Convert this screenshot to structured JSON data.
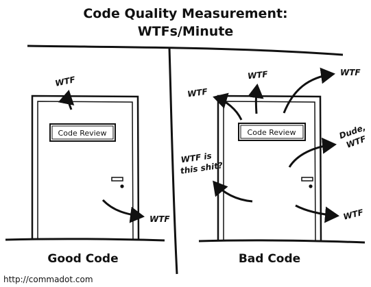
{
  "title_line1": "Code Quality Measurement:",
  "title_line2": "WTFs/Minute",
  "sign_text": "Code Review",
  "good_door": {
    "caption": "Good Code",
    "wtf_top": "WTF",
    "wtf_bottom": "WTF"
  },
  "bad_door": {
    "caption": "Bad Code",
    "wtf_left": "WTF",
    "wtf_top": "WTF",
    "wtf_right": "WTF",
    "dude_line1": "Dude,",
    "dude_line2": "WTF",
    "shit_line1": "WTF is",
    "shit_line2": "this shit?",
    "wtf_bottom": "WTF"
  },
  "url": "http://commadot.com"
}
